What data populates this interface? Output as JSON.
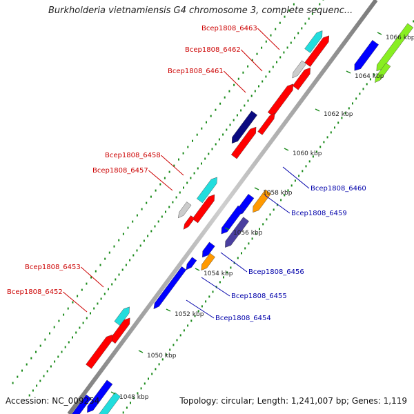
{
  "title": "Burkholderia vietnamiensis G4 chromosome 3, complete sequenc...",
  "footer": {
    "accession": "Accession: NC_009254",
    "summary": "Topology: circular; Length: 1,241,007 bp; Genes: 1,119"
  },
  "scale": {
    "unit": "kbp",
    "tick_labels": [
      "1048 kbp",
      "1050 kbp",
      "1052 kbp",
      "1054 kbp",
      "1056 kbp",
      "1058 kbp",
      "1060 kbp",
      "1062 kbp",
      "1064 kbp",
      "1066 kbp"
    ]
  },
  "colors": {
    "backbone": "#999999",
    "forward_strand_label": "#cc0000",
    "reverse_strand_label": "#0000aa",
    "gc_skew_dots": "#1a8a1a",
    "feature_red": "#ff0000",
    "feature_cyan": "#22dddd",
    "feature_blue": "#0000ff",
    "feature_navy": "#0a0a80",
    "feature_orange": "#ff9900",
    "feature_slate": "#4a3fa0",
    "feature_gray": "#cccccc",
    "feature_lime": "#88ee22"
  },
  "labels": {
    "forward": [
      "Bcep1808_6463",
      "Bcep1808_6462",
      "Bcep1808_6461",
      "Bcep1808_6458",
      "Bcep1808_6457",
      "Bcep1808_6453",
      "Bcep1808_6452"
    ],
    "reverse": [
      "Bcep1808_6460",
      "Bcep1808_6459",
      "Bcep1808_6456",
      "Bcep1808_6455",
      "Bcep1808_6454"
    ]
  }
}
